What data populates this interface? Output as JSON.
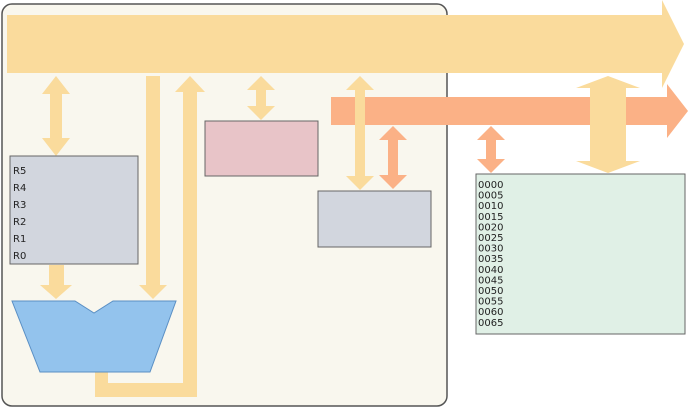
{
  "register_file": {
    "registers": [
      "R5",
      "R4",
      "R3",
      "R2",
      "R1",
      "R0"
    ]
  },
  "memory": {
    "addresses": [
      "0000",
      "0005",
      "0010",
      "0015",
      "0020",
      "0025",
      "0030",
      "0035",
      "0040",
      "0045",
      "0050",
      "0055",
      "0060",
      "0065"
    ]
  },
  "colors": {
    "cpu_background": "#f9f7ee",
    "cpu_border": "#555555",
    "data_bus": "#fadb9c",
    "address_bus": "#fbb186",
    "register_file": "#d2d6de",
    "alu": "#93c3ed",
    "control_unit": "#e8c4c8",
    "bus_interface": "#d2d6de",
    "memory": "#e0f0e6"
  }
}
